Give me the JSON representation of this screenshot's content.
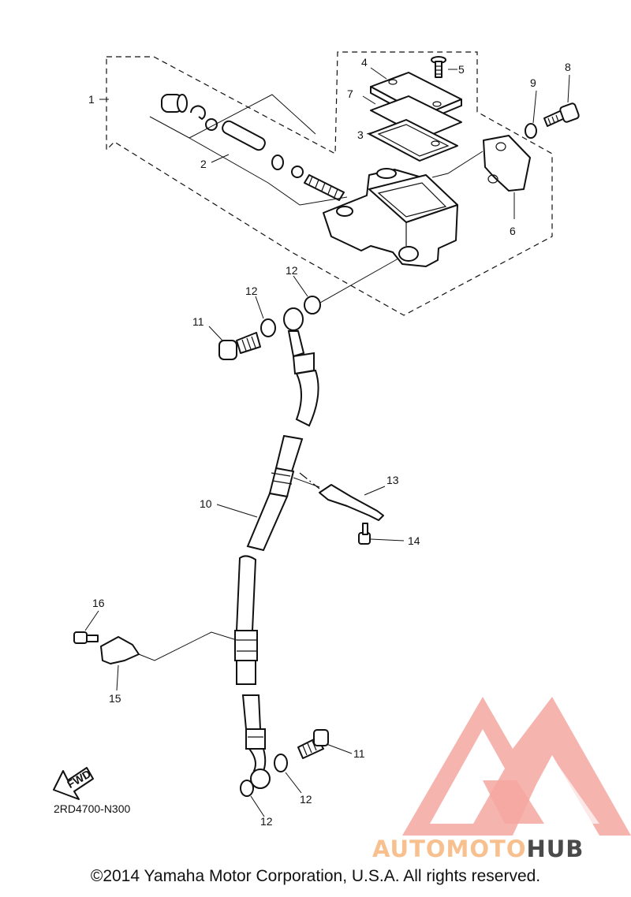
{
  "diagram": {
    "callouts": {
      "c1": "1",
      "c2": "2",
      "c3": "3",
      "c4": "4",
      "c5": "5",
      "c6": "6",
      "c7": "7",
      "c8": "8",
      "c9": "9",
      "c10": "10",
      "c11a": "11",
      "c11b": "11",
      "c12a": "12",
      "c12b": "12",
      "c12c": "12",
      "c12d": "12",
      "c13": "13",
      "c14": "14",
      "c15": "15",
      "c16": "16"
    },
    "fwd_label": "FWD",
    "part_code": "2RD4700-N300"
  },
  "watermark": {
    "part1": "AUTOMOTO",
    "part2": "HUB",
    "color_primary": "#f08a80",
    "color_accent": "#f7c08e",
    "color_dark": "#4a4a4a"
  },
  "footer": {
    "copyright": "©2014 Yamaha Motor Corporation, U.S.A. All rights reserved."
  }
}
